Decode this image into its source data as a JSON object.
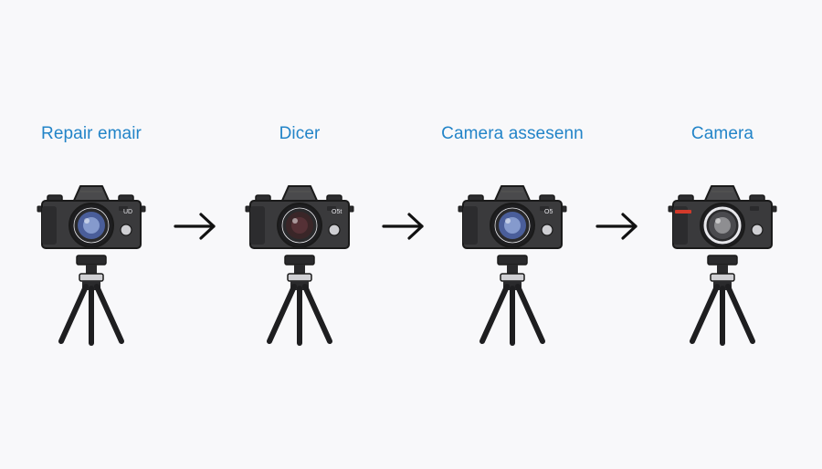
{
  "theme": {
    "background": "#f8f8fa",
    "label_color": "#2284c8",
    "camera_body": "#3a3a3c",
    "camera_top": "#4a4a4c",
    "outline": "#1a1a1a",
    "arrow_color": "#111111"
  },
  "steps": [
    {
      "label": "Repair emair",
      "camera_icon": "dslr-camera-icon",
      "lens_color": "#4a5e9a",
      "lens_inner": "#8fa4d6",
      "badge_text": "UD",
      "accent": "none"
    },
    {
      "label": "Dicer",
      "camera_icon": "dslr-camera-icon",
      "lens_color": "#3a2628",
      "lens_inner": "#5a3438",
      "badge_text": "O5t",
      "accent": "none"
    },
    {
      "label": "Camera assesenn",
      "camera_icon": "dslr-camera-icon",
      "lens_color": "#4a5e9a",
      "lens_inner": "#8fa4d6",
      "badge_text": "O5",
      "accent": "none"
    },
    {
      "label": "Camera",
      "camera_icon": "dslr-camera-icon",
      "lens_color": "#4a4a4e",
      "lens_inner": "#9a9a9e",
      "badge_text": "",
      "accent": "#d23a2a"
    }
  ],
  "connectors": [
    {
      "icon": "right-arrow-icon"
    },
    {
      "icon": "right-arrow-icon"
    },
    {
      "icon": "right-arrow-icon"
    }
  ]
}
